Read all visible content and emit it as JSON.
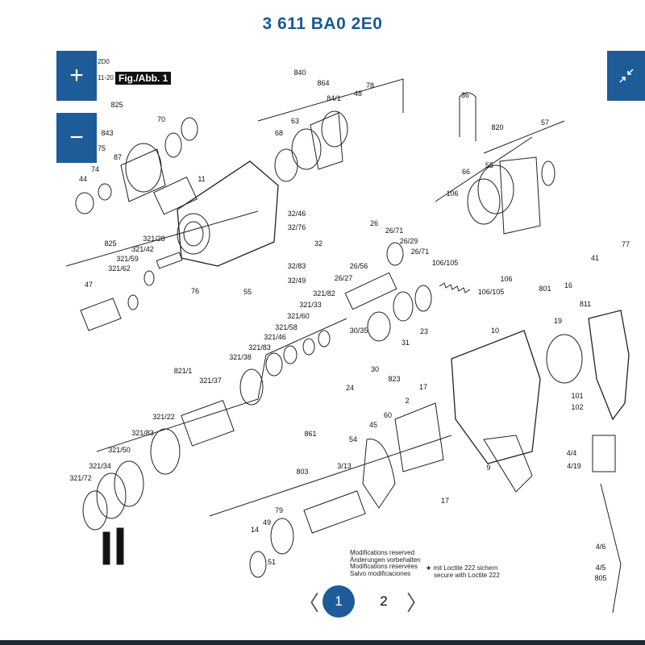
{
  "header": {
    "title": "3 611 BA0 2E0"
  },
  "zoom": {
    "zoom_in": "+",
    "zoom_out": "−",
    "fullscreen_icon": "collapse-arrows-icon"
  },
  "diagram": {
    "figure_label": "Fig./Abb. 1",
    "corner_text": [
      "2D0",
      "11-20"
    ],
    "part_labels": [
      "825",
      "843",
      "70",
      "75",
      "87",
      "74",
      "44",
      "11",
      "840",
      "864",
      "78",
      "48",
      "84/1",
      "68",
      "63",
      "32/46",
      "32/76",
      "32",
      "32/83",
      "32/49",
      "55",
      "76",
      "825",
      "321/28",
      "321/42",
      "321/59",
      "321/62",
      "47",
      "36",
      "820",
      "57",
      "66",
      "55",
      "106",
      "26",
      "26/71",
      "26/29",
      "26/71",
      "26/56",
      "26/27",
      "106/105",
      "106",
      "106/105",
      "77",
      "41",
      "801",
      "16",
      "811",
      "19",
      "10",
      "321/82",
      "321/33",
      "321/60",
      "321/58",
      "321/46",
      "321/83",
      "321/38",
      "821/1",
      "321/37",
      "321/22",
      "321/83",
      "321/50",
      "321/34",
      "321/72",
      "30/35",
      "31",
      "23",
      "30",
      "24",
      "823",
      "861",
      "17",
      "2",
      "45",
      "60",
      "54",
      "3/13",
      "803",
      "17",
      "9",
      "101",
      "102",
      "4/4",
      "4/19",
      "4/6",
      "4/5",
      "805",
      "14",
      "49",
      "79",
      "51"
    ],
    "notes": [
      "Modifications reserved",
      "Änderungen vorbehalten",
      "Modifications réservées",
      "Salvo modificaciones"
    ],
    "loctite": [
      "mit Loctite 222 sichern",
      "secure with Loctite 222"
    ]
  },
  "pagination": {
    "prev": "〈",
    "next": "〉",
    "pages": [
      "1",
      "2"
    ],
    "current": "1"
  }
}
